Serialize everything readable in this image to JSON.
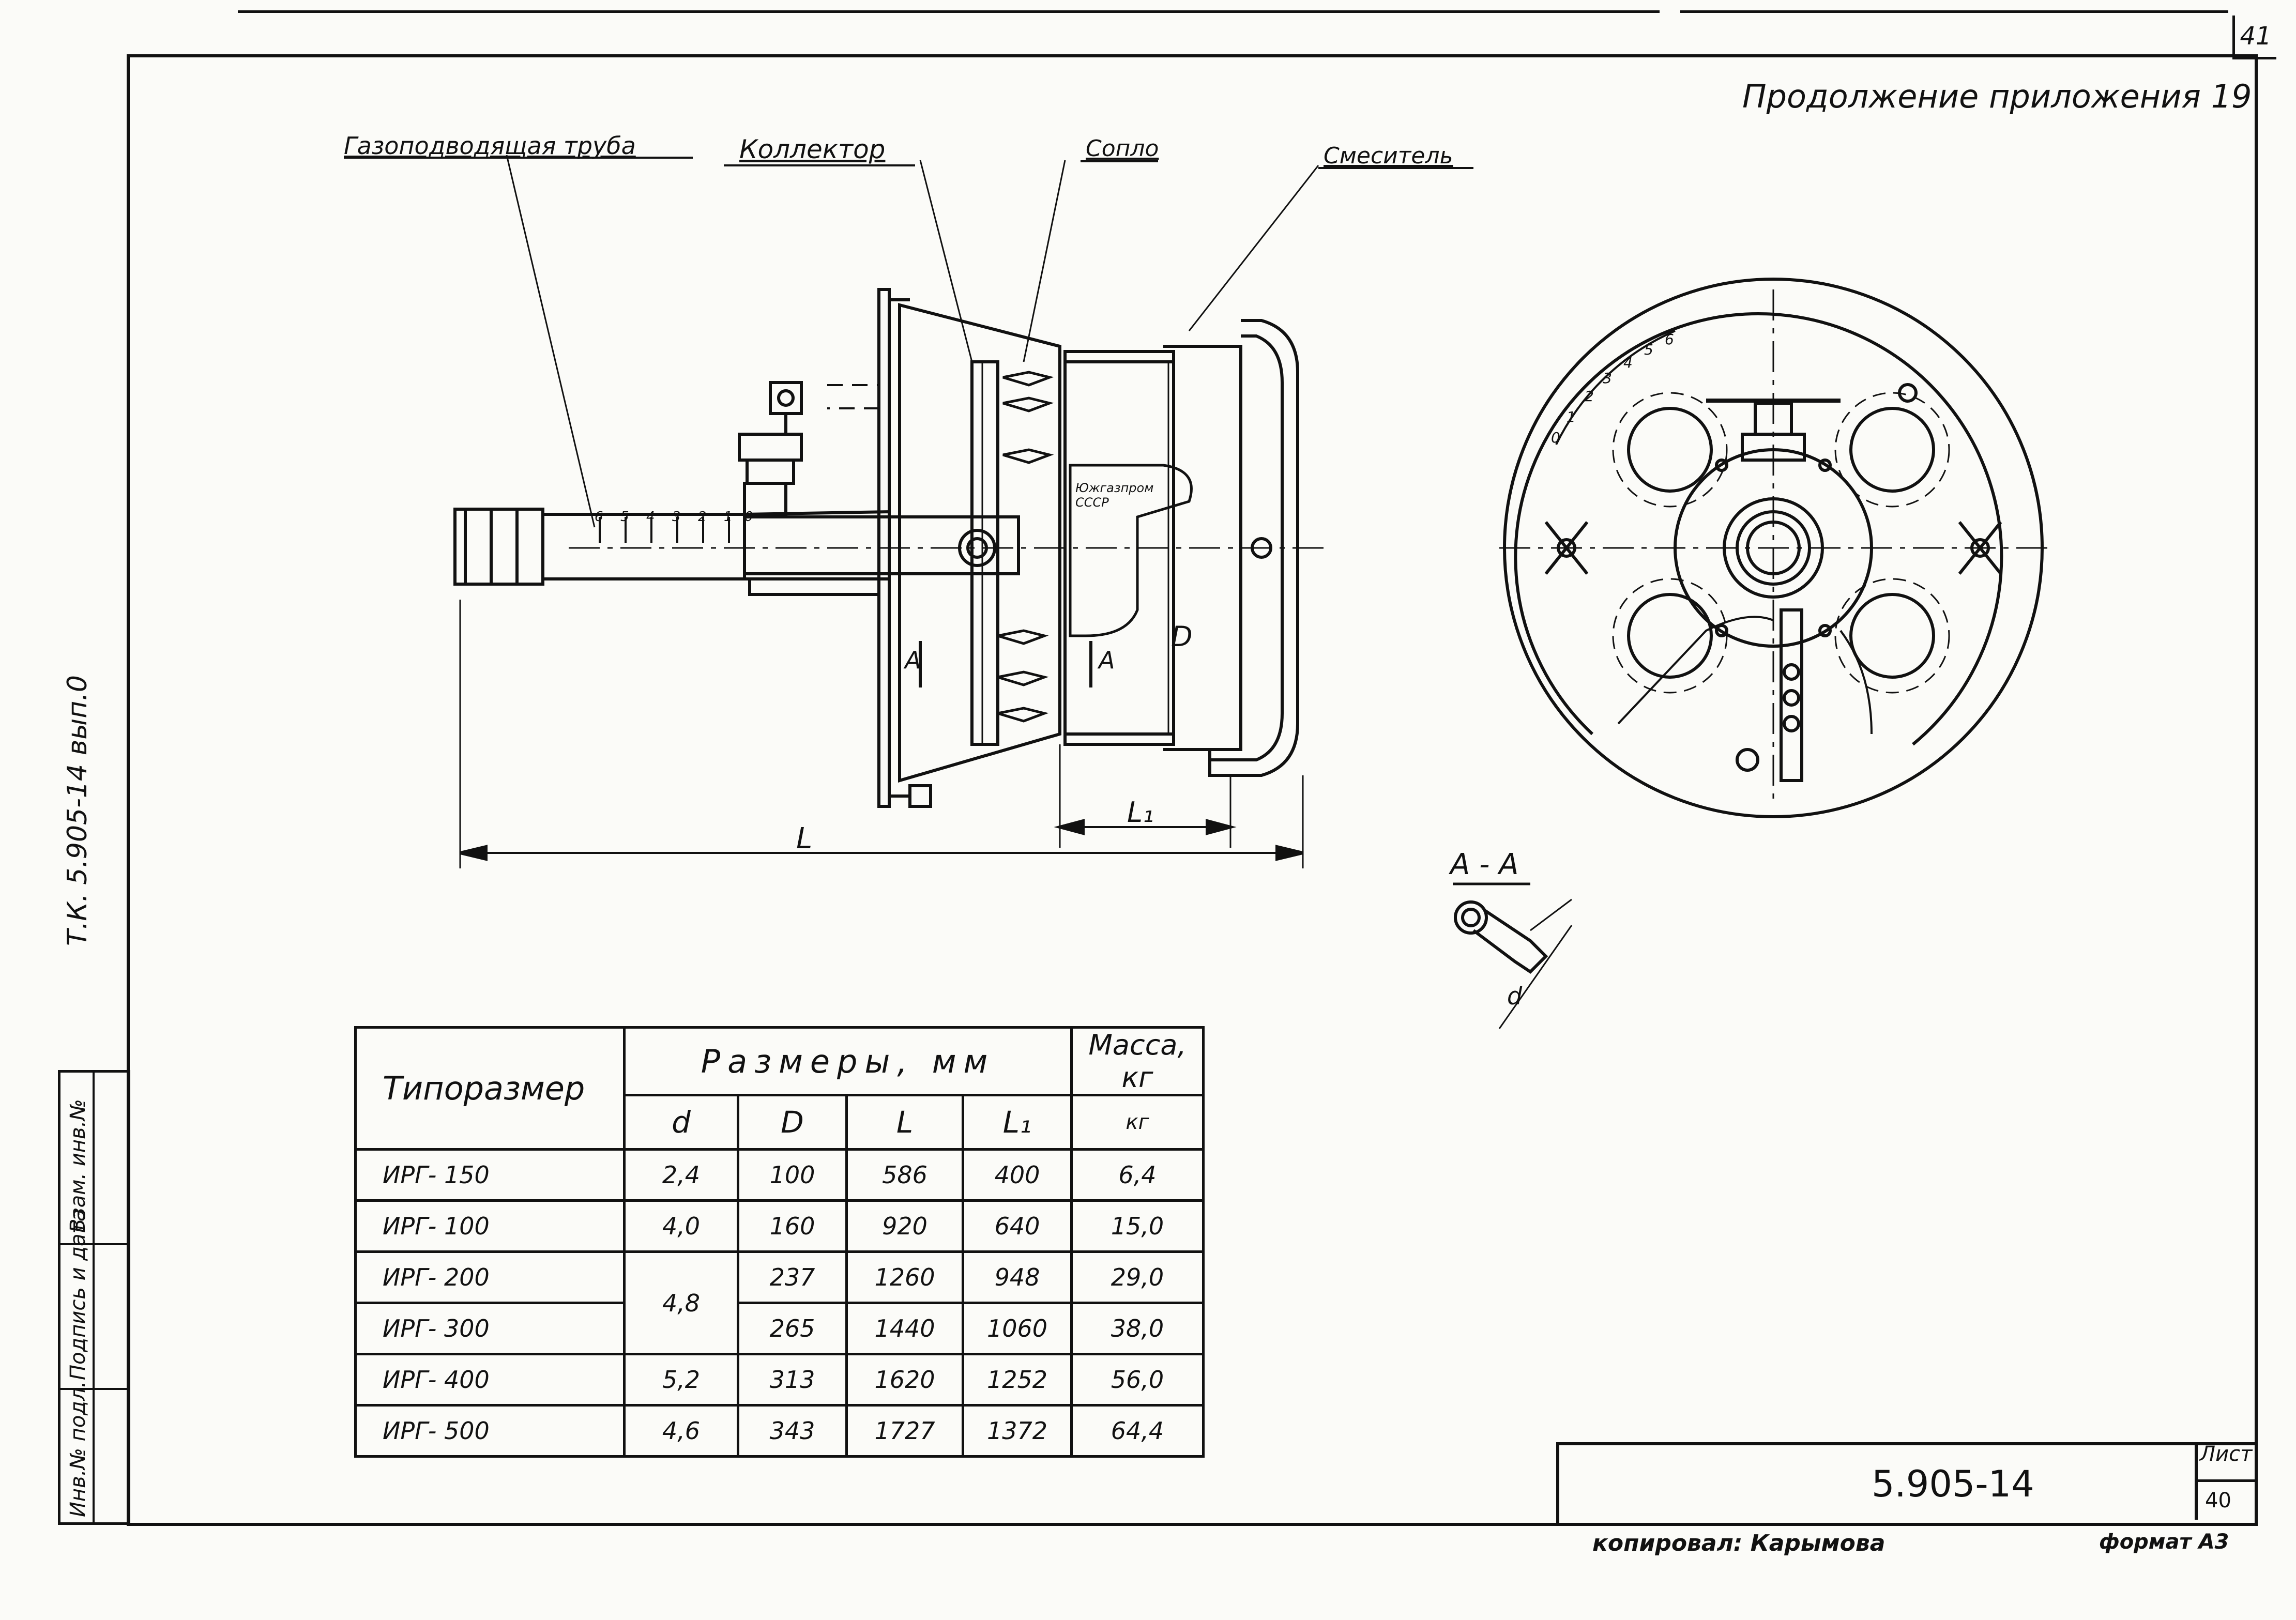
{
  "sheet_number": "41",
  "heading": "Продолжение приложения 19",
  "callouts": {
    "gas_pipe": "Газоподводящая труба",
    "collector": "Коллектор",
    "nozzle": "Сопло",
    "mixer": "Смеситель"
  },
  "drawing": {
    "scale_marks": [
      "6",
      "5",
      "4",
      "3",
      "2",
      "1",
      "0"
    ],
    "dial_marks": [
      "0",
      "1",
      "2",
      "3",
      "4",
      "5",
      "6"
    ],
    "label_plate": "Южгазпром СССР",
    "dim_L": "L",
    "dim_L1": "L₁",
    "dim_D": "D",
    "dim_d": "d",
    "section_mark": "A",
    "section_title": "А - А"
  },
  "table": {
    "header_type": "Типоразмер",
    "header_sizes": "Размеры, мм",
    "header_mass": "Масса, кг",
    "columns": [
      "d",
      "D",
      "L",
      "L₁"
    ],
    "rows": [
      {
        "name": "ИРГ- 150",
        "d": "2,4",
        "D": "100",
        "L": "586",
        "L1": "400",
        "mass": "6,4"
      },
      {
        "name": "ИРГ- 100",
        "d": "4,0",
        "D": "160",
        "L": "920",
        "L1": "640",
        "mass": "15,0"
      },
      {
        "name": "ИРГ- 200",
        "d": "",
        "D": "237",
        "L": "1260",
        "L1": "948",
        "mass": "29,0"
      },
      {
        "name": "ИРГ- 300",
        "d": "",
        "D": "265",
        "L": "1440",
        "L1": "1060",
        "mass": "38,0"
      },
      {
        "name": "ИРГ- 400",
        "d": "5,2",
        "D": "313",
        "L": "1620",
        "L1": "1252",
        "mass": "56,0"
      },
      {
        "name": "ИРГ- 500",
        "d": "4,6",
        "D": "343",
        "L": "1727",
        "L1": "1372",
        "mass": "64,4"
      }
    ],
    "merged_d": "4,8"
  },
  "side_labels": {
    "vertical_code": "Т.К. 5.905-14 вып.0",
    "col1": "Инв.№ подл.",
    "col2": "Подпись и дата",
    "col3": "Взам. инв.№"
  },
  "title_block": {
    "code": "5.905-14",
    "sheet_label": "Лист",
    "sheet_value": "40"
  },
  "footer": {
    "copied": "копировал: Карымова",
    "format": "формат А3"
  }
}
